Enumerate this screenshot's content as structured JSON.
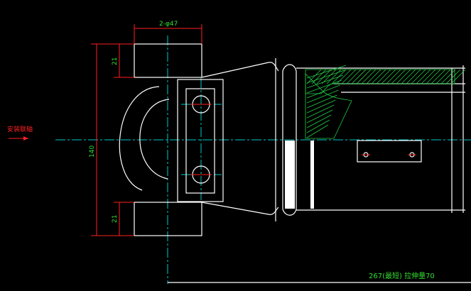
{
  "drawing": {
    "background": "#000000",
    "colors": {
      "outline": "#ffffff",
      "centerline": "#00c8c8",
      "dimension": "#ff2020",
      "dim_text": "#33dd33",
      "hatch": "#22cc44",
      "arrow": "#ff2020"
    },
    "labels": {
      "bore_dim": "2-φ47",
      "height_total": "140",
      "height_top": "21",
      "height_bottom": "21",
      "side_note": "安装联轴",
      "length_note": "267(最短)  拉伸量70"
    }
  }
}
